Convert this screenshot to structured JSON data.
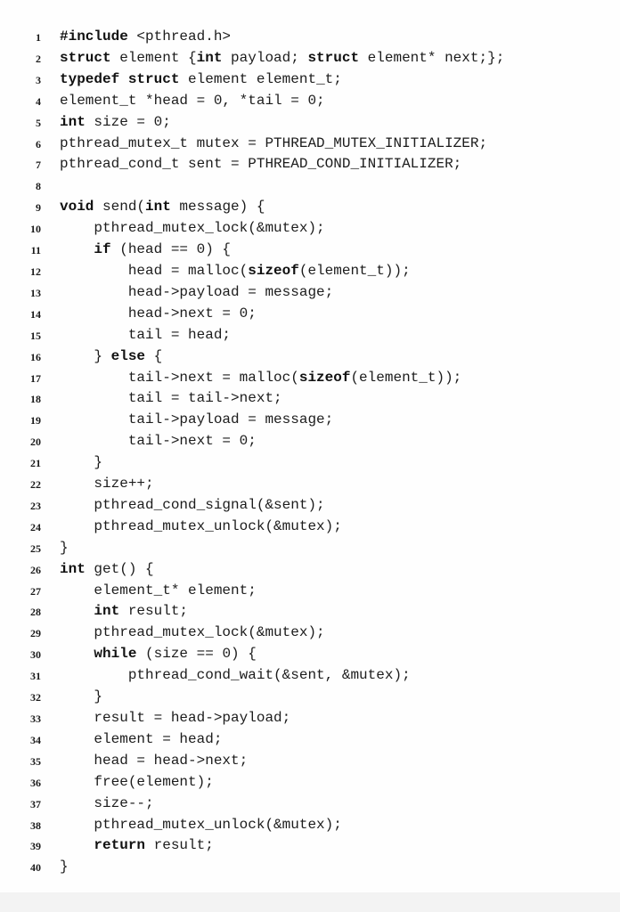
{
  "listing": {
    "lines": [
      {
        "n": "1",
        "t": "#include <pthread.h>"
      },
      {
        "n": "2",
        "t": "struct element {int payload; struct element* next;};"
      },
      {
        "n": "3",
        "t": "typedef struct element element_t;"
      },
      {
        "n": "4",
        "t": "element_t *head = 0, *tail = 0;"
      },
      {
        "n": "5",
        "t": "int size = 0;"
      },
      {
        "n": "6",
        "t": "pthread_mutex_t mutex = PTHREAD_MUTEX_INITIALIZER;"
      },
      {
        "n": "7",
        "t": "pthread_cond_t sent = PTHREAD_COND_INITIALIZER;"
      },
      {
        "n": "8",
        "t": ""
      },
      {
        "n": "9",
        "t": "void send(int message) {"
      },
      {
        "n": "10",
        "t": "    pthread_mutex_lock(&mutex);"
      },
      {
        "n": "11",
        "t": "    if (head == 0) {"
      },
      {
        "n": "12",
        "t": "        head = malloc(sizeof(element_t));"
      },
      {
        "n": "13",
        "t": "        head->payload = message;"
      },
      {
        "n": "14",
        "t": "        head->next = 0;"
      },
      {
        "n": "15",
        "t": "        tail = head;"
      },
      {
        "n": "16",
        "t": "    } else {"
      },
      {
        "n": "17",
        "t": "        tail->next = malloc(sizeof(element_t));"
      },
      {
        "n": "18",
        "t": "        tail = tail->next;"
      },
      {
        "n": "19",
        "t": "        tail->payload = message;"
      },
      {
        "n": "20",
        "t": "        tail->next = 0;"
      },
      {
        "n": "21",
        "t": "    }"
      },
      {
        "n": "22",
        "t": "    size++;"
      },
      {
        "n": "23",
        "t": "    pthread_cond_signal(&sent);"
      },
      {
        "n": "24",
        "t": "    pthread_mutex_unlock(&mutex);"
      },
      {
        "n": "25",
        "t": "}"
      },
      {
        "n": "26",
        "t": "int get() {"
      },
      {
        "n": "27",
        "t": "    element_t* element;"
      },
      {
        "n": "28",
        "t": "    int result;"
      },
      {
        "n": "29",
        "t": "    pthread_mutex_lock(&mutex);"
      },
      {
        "n": "30",
        "t": "    while (size == 0) {"
      },
      {
        "n": "31",
        "t": "        pthread_cond_wait(&sent, &mutex);"
      },
      {
        "n": "32",
        "t": "    }"
      },
      {
        "n": "33",
        "t": "    result = head->payload;"
      },
      {
        "n": "34",
        "t": "    element = head;"
      },
      {
        "n": "35",
        "t": "    head = head->next;"
      },
      {
        "n": "36",
        "t": "    free(element);"
      },
      {
        "n": "37",
        "t": "    size--;"
      },
      {
        "n": "38",
        "t": "    pthread_mutex_unlock(&mutex);"
      },
      {
        "n": "39",
        "t": "    return result;"
      },
      {
        "n": "40",
        "t": "}"
      }
    ]
  },
  "keywords": [
    "#include",
    "struct",
    "typedef",
    "int",
    "void",
    "if",
    "else",
    "sizeof",
    "while",
    "return"
  ],
  "colors": {
    "text": "#1c1c1c",
    "keyword": "#111111",
    "background": "#fefefe"
  }
}
